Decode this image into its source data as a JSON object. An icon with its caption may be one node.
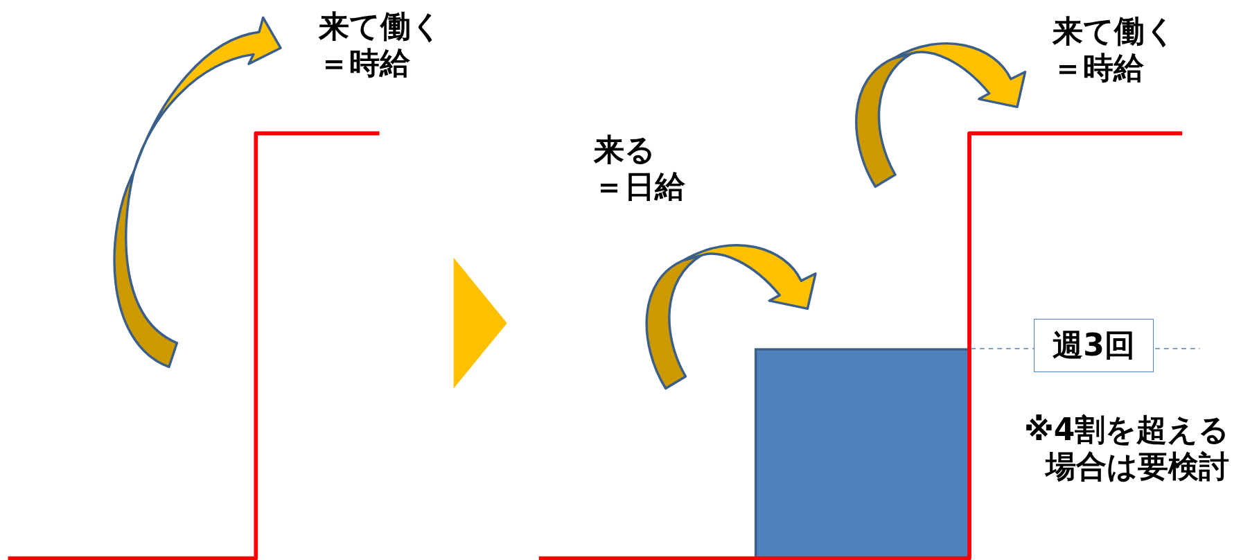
{
  "diagram": {
    "nodes": [
      {
        "text": [
          "週3回"
        ]
      },
      {
        "text": [],
        "shape": "box"
      }
    ],
    "labels": [
      "来て働く＝時給",
      "来る＝日給",
      "来て働く＝時給",
      "※4割を超える場合は要検討"
    ]
  }
}
